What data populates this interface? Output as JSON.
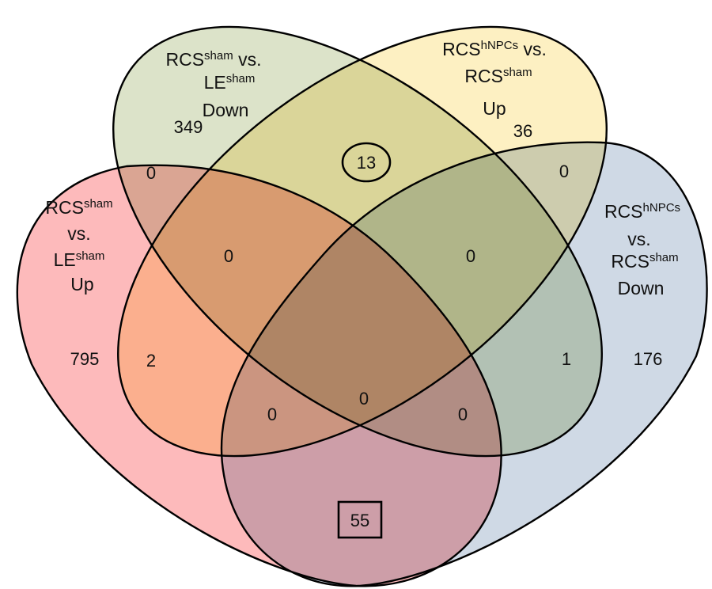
{
  "colors": {
    "set_a": "#fdbabb",
    "set_b": "#dce3c9",
    "set_c": "#fdf0c2",
    "set_d": "#cfd9e5"
  },
  "sets": {
    "a": {
      "line1_main": "RCS",
      "line1_sup": "sham",
      "line2": "vs.",
      "line3_main": "LE",
      "line3_sup": "sham",
      "line4": "Up"
    },
    "b": {
      "line1_main": "RCS",
      "line1_sup": "sham",
      "line1_tail": " vs.",
      "line2_main": "LE",
      "line2_sup": "sham",
      "line3": "Down"
    },
    "c": {
      "line1_main": "RCS",
      "line1_sup": "hNPCs",
      "line1_tail": " vs.",
      "line2_main": "RCS",
      "line2_sup": "sham",
      "line3": "Up"
    },
    "d": {
      "line1_main": "RCS",
      "line1_sup": "hNPCs",
      "line2": "vs.",
      "line3_main": "RCS",
      "line3_sup": "sham",
      "line4": "Down"
    }
  },
  "counts": {
    "a_only": "795",
    "b_only": "349",
    "c_only": "36",
    "d_only": "176",
    "ab": "0",
    "cd": "0",
    "bc": "13",
    "ac": "2",
    "bd": "1",
    "abc": "0",
    "bcd": "0",
    "ad": "55",
    "acd": "0",
    "abd": "0",
    "abcd": "0"
  }
}
